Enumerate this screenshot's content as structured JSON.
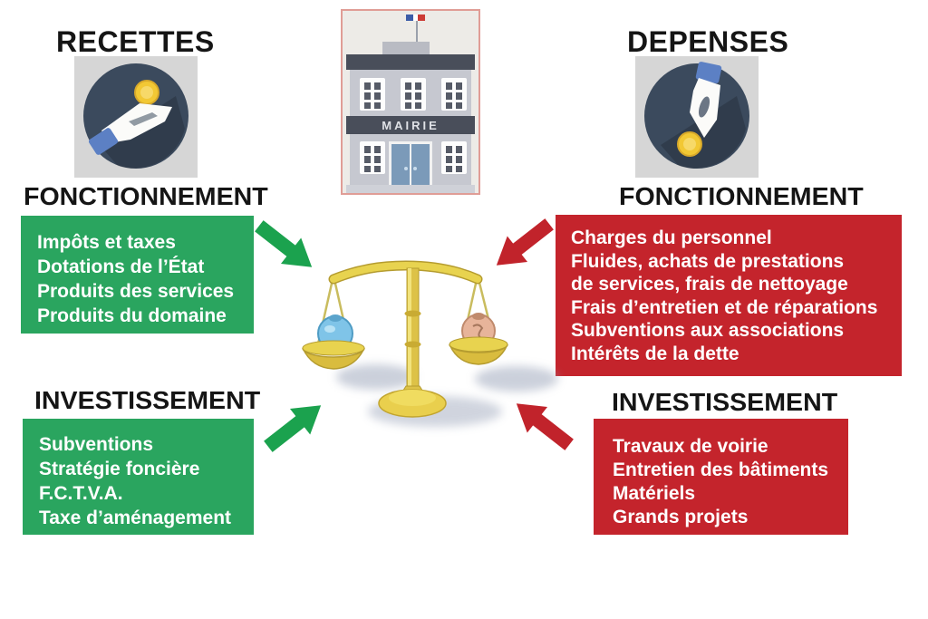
{
  "left_column": {
    "title": "RECETTES",
    "icon": "hand-receiving-coin-icon",
    "fonctionnement": {
      "heading": "FONCTIONNEMENT",
      "items": [
        "Impôts et taxes",
        "Dotations de l’État",
        "Produits des services",
        "Produits du domaine"
      ]
    },
    "investissement": {
      "heading": "INVESTISSEMENT",
      "items": [
        "Subventions",
        "Stratégie foncière",
        "F.C.T.V.A.",
        "Taxe d’aménagement"
      ]
    }
  },
  "right_column": {
    "title": "DEPENSES",
    "icon": "hand-giving-coin-icon",
    "fonctionnement": {
      "heading": "FONCTIONNEMENT",
      "items": [
        "Charges du personnel",
        "Fluides, achats de prestations",
        "de services, frais de nettoyage",
        "Frais d’entretien et de réparations",
        "Subventions aux associations",
        "Intérêts de la dette"
      ]
    },
    "investissement": {
      "heading": "INVESTISSEMENT",
      "items": [
        "Travaux de voirie",
        "Entretien des bâtiments",
        "Matériels",
        "Grands projets"
      ]
    }
  },
  "center": {
    "building_label": "MAIRIE",
    "building_icon": "town-hall-illustration",
    "scale_icon": "balance-scale-illustration"
  },
  "colors": {
    "revenue_green": "#2aa55f",
    "expense_red": "#c4242c",
    "arrow_green": "#1ba24e",
    "arrow_red": "#c1232b",
    "icon_circle_navy": "#3b4a5d",
    "coin_yellow": "#f2c834",
    "scale_gold": "#e8d34f",
    "heading_black": "#151515",
    "box_text_white": "#ffffff"
  }
}
